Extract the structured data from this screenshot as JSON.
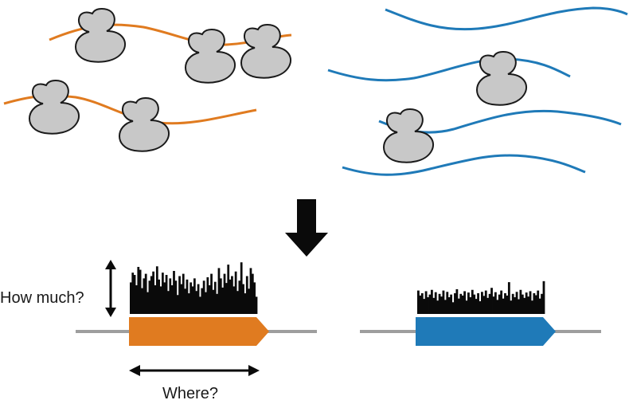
{
  "labels": {
    "how_much": "How much?",
    "where": "Where?"
  },
  "colors": {
    "orange": "#E07B20",
    "blue": "#1F7AB8",
    "ribosome_fill": "#C8C8C8",
    "ribosome_stroke": "#1a1a1a",
    "gene_line": "#9E9E9E",
    "black": "#0a0a0a"
  },
  "icons": {
    "ribosome": "ribosome-icon",
    "process_arrow": "down-arrow-icon"
  },
  "coverage": {
    "orange_gene": [
      0.55,
      0.72,
      0.68,
      0.5,
      0.82,
      0.77,
      0.45,
      0.62,
      0.7,
      0.38,
      0.58,
      0.66,
      0.74,
      0.5,
      0.83,
      0.6,
      0.48,
      0.72,
      0.55,
      0.68,
      0.4,
      0.62,
      0.5,
      0.75,
      0.58,
      0.33,
      0.66,
      0.52,
      0.7,
      0.44,
      0.6,
      0.36,
      0.55,
      0.48,
      0.62,
      0.4,
      0.52,
      0.3,
      0.45,
      0.58,
      0.38,
      0.64,
      0.5,
      0.7,
      0.42,
      0.56,
      0.35,
      0.8,
      0.62,
      0.46,
      0.7,
      0.54,
      0.86,
      0.6,
      0.66,
      0.48,
      0.74,
      0.4,
      0.58,
      0.9,
      0.52,
      0.36,
      0.66,
      0.44,
      0.8,
      0.7,
      0.55,
      0.3
    ],
    "blue_gene": [
      0.7,
      0.55,
      0.62,
      0.45,
      0.68,
      0.5,
      0.58,
      0.72,
      0.48,
      0.65,
      0.4,
      0.6,
      0.52,
      0.7,
      0.42,
      0.66,
      0.5,
      0.58,
      0.35,
      0.62,
      0.74,
      0.46,
      0.6,
      0.55,
      0.68,
      0.4,
      0.64,
      0.5,
      0.72,
      0.58,
      0.45,
      0.62,
      0.38,
      0.66,
      0.54,
      0.7,
      0.48,
      0.6,
      0.78,
      0.52,
      0.65,
      0.42,
      0.58,
      0.7,
      0.46,
      0.62,
      0.55,
      0.95,
      0.4,
      0.6,
      0.5,
      0.66,
      0.44,
      0.72,
      0.58,
      0.48,
      0.64,
      0.52,
      0.68,
      0.4,
      0.62,
      0.56,
      0.7,
      0.46,
      0.6,
      0.98
    ]
  }
}
